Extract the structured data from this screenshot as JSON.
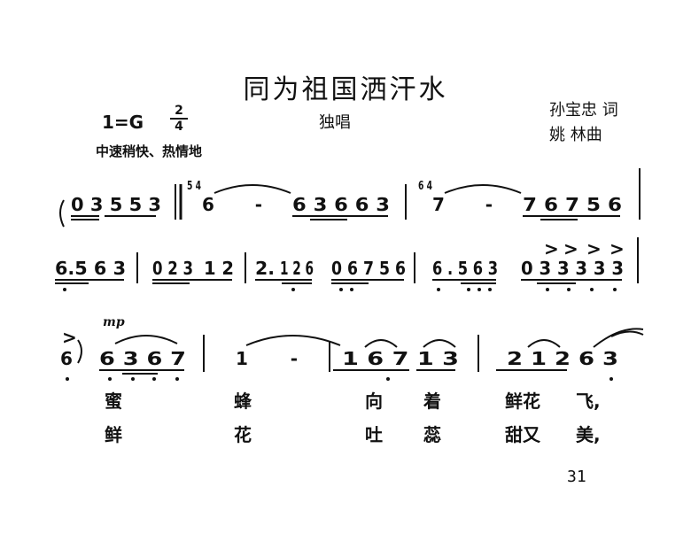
{
  "title": "同为祖国洒汗水",
  "key_signature": "1=G",
  "time_signature": {
    "top": "2",
    "bottom": "4"
  },
  "performance_mode": "独唱",
  "lyricist": "孙宝忠 词",
  "composer": "姚 林曲",
  "tempo_marking": "中速稍快、热情地",
  "page_number": "31",
  "score": {
    "line1": {
      "group_a": "0 3 5 5 3",
      "meter_change_1": "5 4",
      "group_b": "6 -",
      "group_c": "6 3 6 6 3",
      "meter_change_2": "6 4",
      "group_d": "7 -",
      "group_e": "7 6 7 5 6"
    },
    "line2": {
      "m1": "6.5 6 3",
      "m2a": "0 2 3",
      "m2b": "1 2",
      "m3a": "2.",
      "m3b": "1 2 6",
      "m4": "0 6 7 5 6",
      "m5": "6 . 5 6 3",
      "m6": "0 3 3 3 3 3"
    },
    "line3": {
      "dynamic": "mp",
      "m1a": "6",
      "m1b": "6 3 6 7",
      "m2": "1 -",
      "m3": "1 6 7 1 3",
      "m4": "2 1 2 6 3"
    }
  },
  "lyrics": {
    "verse1": [
      "蜜",
      "蜂",
      "向",
      "着",
      "鲜花",
      "飞,"
    ],
    "verse2": [
      "鲜",
      "花",
      "吐",
      "蕊",
      "甜又",
      "美,"
    ]
  }
}
